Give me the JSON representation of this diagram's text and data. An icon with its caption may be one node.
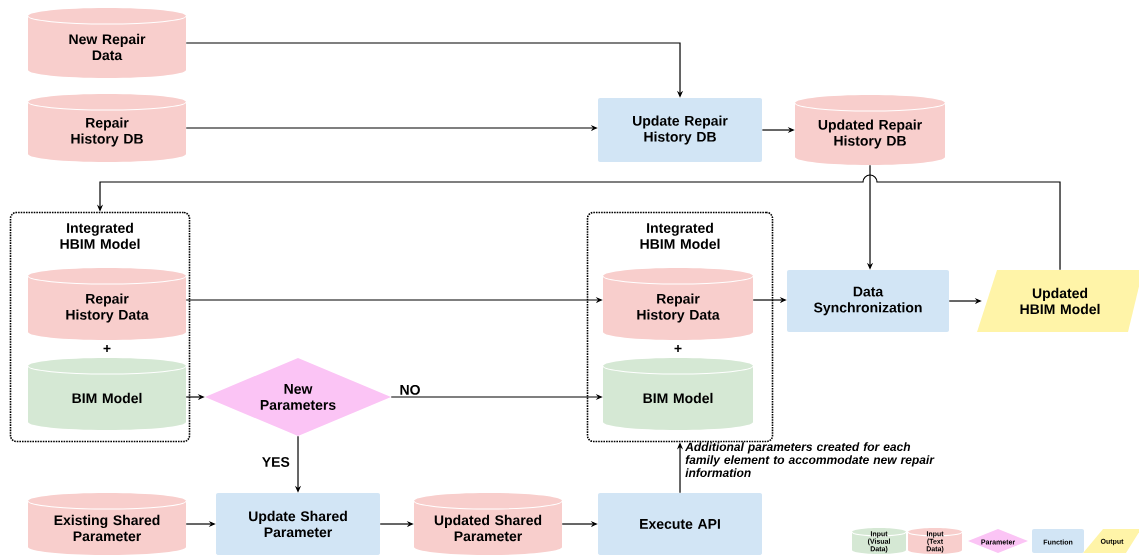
{
  "diagram": {
    "nodes": [
      {
        "text": [
          "New Repair Data"
        ]
      },
      {
        "text": [
          "Repair History DB"
        ]
      },
      {
        "text": [
          "Update Repair History DB"
        ]
      },
      {
        "text": [
          "Updated Repair History DB"
        ]
      },
      {
        "text": [
          "Integrated HBIM Model"
        ]
      },
      {
        "text": [
          "Repair History Data"
        ],
        "in": 4
      },
      {
        "text": [
          "BIM Model"
        ],
        "in": 4
      },
      {
        "text": [
          "Integrated HBIM Model"
        ]
      },
      {
        "text": [
          "Repair History Data"
        ],
        "in": 7
      },
      {
        "text": [
          "BIM Model"
        ],
        "in": 7
      },
      {
        "text": [
          "New Parameters"
        ]
      },
      {
        "text": [
          "Data Synchronization"
        ]
      },
      {
        "text": [
          "Updated HBIM Model"
        ]
      },
      {
        "text": [
          "Existing Shared Parameter"
        ]
      },
      {
        "text": [
          "Update Shared Parameter"
        ]
      },
      {
        "text": [
          "Updated Shared Parameter"
        ]
      },
      {
        "text": [
          "Execute API"
        ]
      }
    ],
    "edges": [
      {
        "from": 0,
        "to": 2,
        "arrow": "to"
      },
      {
        "from": 1,
        "to": 2,
        "arrow": "to"
      },
      {
        "from": 2,
        "to": 3,
        "arrow": "to"
      },
      {
        "from": 3,
        "to": 11,
        "arrow": "to"
      },
      {
        "from": 12,
        "to": 4,
        "arrow": "to"
      },
      {
        "from": 5,
        "to": 8,
        "arrow": "to"
      },
      {
        "from": 6,
        "to": 10,
        "arrow": "to"
      },
      {
        "from": 10,
        "to": 9,
        "arrow": "to",
        "label": "NO"
      },
      {
        "from": 10,
        "to": 14,
        "arrow": "to",
        "label": "YES"
      },
      {
        "from": 13,
        "to": 14,
        "arrow": "to"
      },
      {
        "from": 14,
        "to": 15,
        "arrow": "to"
      },
      {
        "from": 15,
        "to": 16,
        "arrow": "to"
      },
      {
        "from": 16,
        "to": 7,
        "arrow": "to",
        "label": "Additional parameters created for each family element to accommodate new repair information"
      },
      {
        "from": 8,
        "to": 11,
        "arrow": "to"
      },
      {
        "from": 11,
        "to": 12,
        "arrow": "to"
      }
    ],
    "labels": [
      "+",
      "+"
    ],
    "legend": [
      {
        "text": "Input (Visual Data)",
        "color": "#d5e8d4"
      },
      {
        "text": "Input (Text Data)",
        "color": "#f8cecc"
      },
      {
        "text": "Parameter",
        "color": "#fbc4f5"
      },
      {
        "text": "Function",
        "color": "#d2e5f5"
      },
      {
        "text": "Output",
        "color": "#fff4a8"
      }
    ]
  }
}
